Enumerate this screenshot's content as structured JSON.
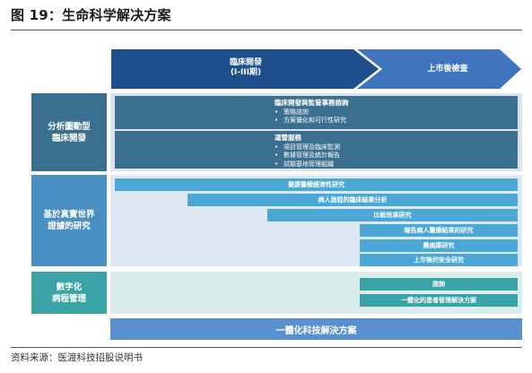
{
  "figure": {
    "title": "图 19：生命科学解决方案",
    "source": "资料来源：医渡科技招股说明书"
  },
  "phases": [
    {
      "label": "臨床開發",
      "sublabel": "(I-III期)"
    },
    {
      "label": "上市後檢查"
    }
  ],
  "rows": [
    {
      "label_lines": [
        "分析圖動型",
        "臨床開發"
      ],
      "blocks": [
        {
          "title": "臨床開發與監管事務諮詢",
          "items": [
            "策略諮詢",
            "方案優化和可行性研究"
          ]
        },
        {
          "title": "運營服務",
          "items": [
            "項目管理及臨床監測",
            "數據管理及統計報告",
            "試驗基地管理組織"
          ]
        }
      ]
    },
    {
      "label_lines": [
        "基於真實世界",
        "證據的研究"
      ],
      "bars": [
        "健康醫療經濟性研究",
        "病人旅程的臨床結果分析",
        "比較效果研究",
        "報告病人醫療結果的研究",
        "藥病庫研究",
        "上市後的安全研究"
      ]
    },
    {
      "label_lines": [
        "數字化",
        "病程管理"
      ],
      "bars": [
        "諮詢",
        "一體化的患者管理解決方案"
      ]
    }
  ],
  "bottom": {
    "label": "一體化科技解決方案"
  },
  "colors": {
    "chevron_dark": "#1f4e8c",
    "chevron_light": "#3f75bf",
    "side_dark": "#3b6f8f",
    "side_blue": "#4a8fc4",
    "bar_blue": "#4aa7d6",
    "teal": "#3aa3a6",
    "bottom": "#5a8fd0"
  }
}
